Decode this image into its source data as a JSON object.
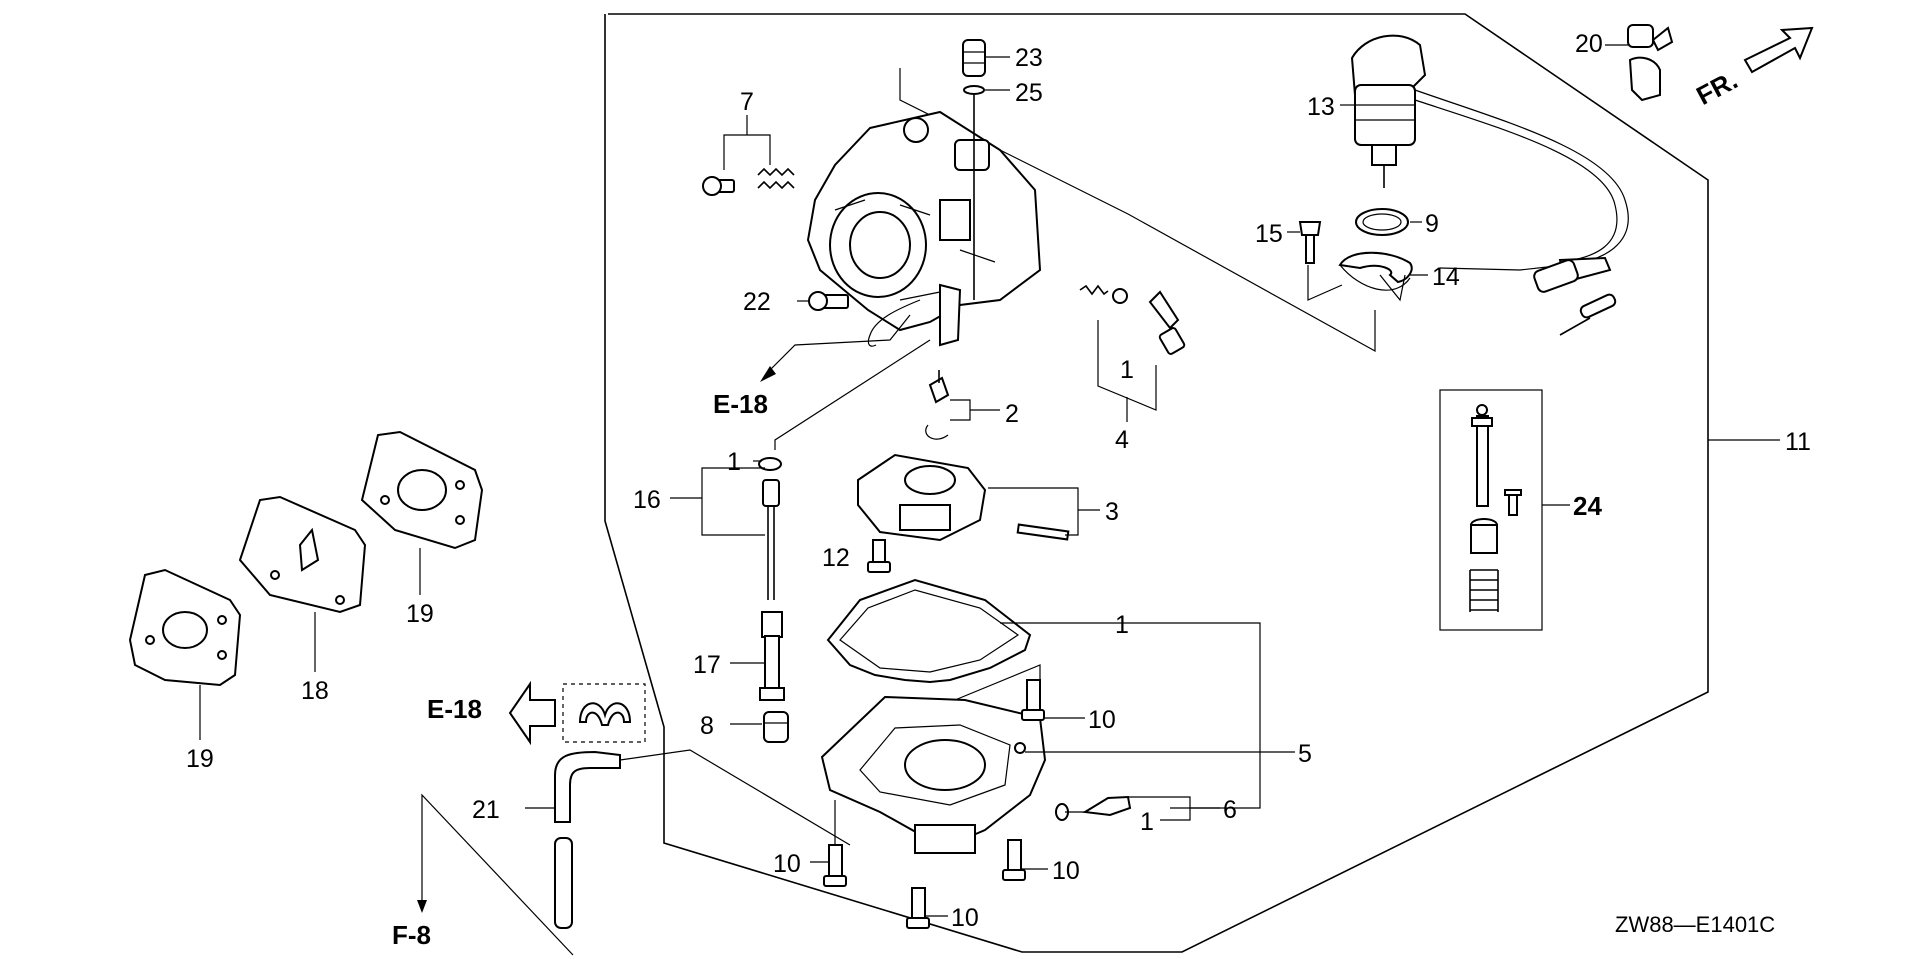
{
  "callouts": {
    "c1a": "1",
    "c1b": "1",
    "c1c": "1",
    "c1d": "1",
    "c2": "2",
    "c3": "3",
    "c4": "4",
    "c5": "5",
    "c6": "6",
    "c7": "7",
    "c8": "8",
    "c9": "9",
    "c10a": "10",
    "c10b": "10",
    "c10c": "10",
    "c10d": "10",
    "c11": "11",
    "c12": "12",
    "c13": "13",
    "c14": "14",
    "c15": "15",
    "c16": "16",
    "c17": "17",
    "c18": "18",
    "c19a": "19",
    "c19b": "19",
    "c20": "20",
    "c21": "21",
    "c22": "22",
    "c23": "23",
    "c24": "24",
    "c25": "25"
  },
  "references": {
    "e18_top": "E-18",
    "e18_left": "E-18",
    "f8": "F-8",
    "front": "FR."
  },
  "diagram_code": "ZW88—E1401C"
}
